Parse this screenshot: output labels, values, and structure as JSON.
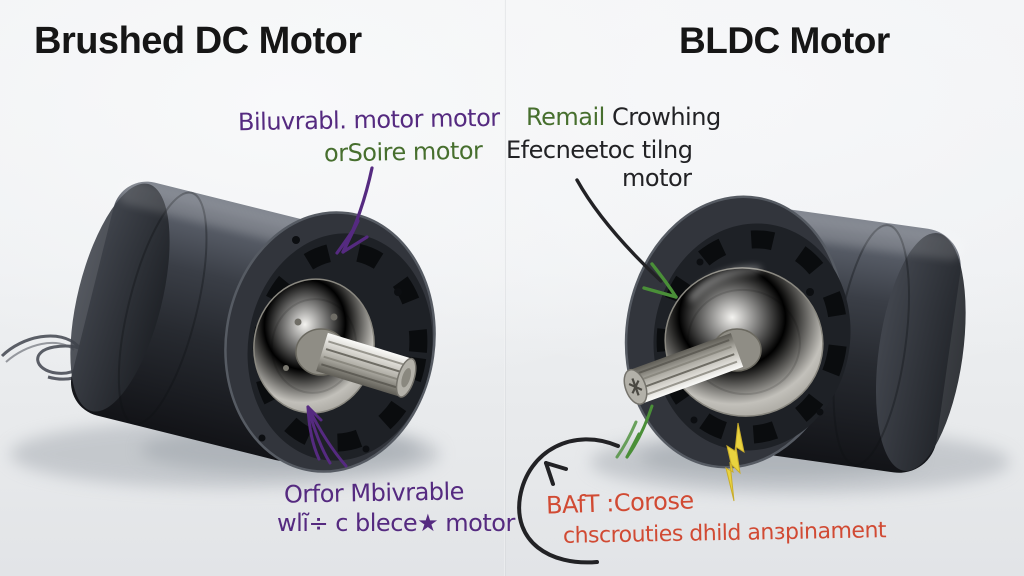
{
  "left_panel": {
    "title": "Brushed DC Motor",
    "top_note_line1": "Biluvrabl. motor motor",
    "top_note_line2": "orSoire motor",
    "bottom_note_line1": "Orfor Mbivrable",
    "bottom_note_line2": "wlĩ÷ c blece★ motor"
  },
  "right_panel": {
    "title": "BLDC Motor",
    "top_note_word_green": "Remail",
    "top_note_word_black": "Crowhing",
    "top_note_line2": "Efecneetoc tilng",
    "top_note_line3": "motor",
    "bottom_note_line1": "BAfT :Corose",
    "bottom_note_line2": "chscrouties dhild anзpinament"
  },
  "colors": {
    "title_text": "#161616",
    "purple_ink": "#552a80",
    "green_ink": "#476f2e",
    "black_ink": "#222225",
    "red_ink": "#d14a33",
    "green_arrow": "#4a8f38",
    "yellow_mark": "#e9d33f"
  }
}
